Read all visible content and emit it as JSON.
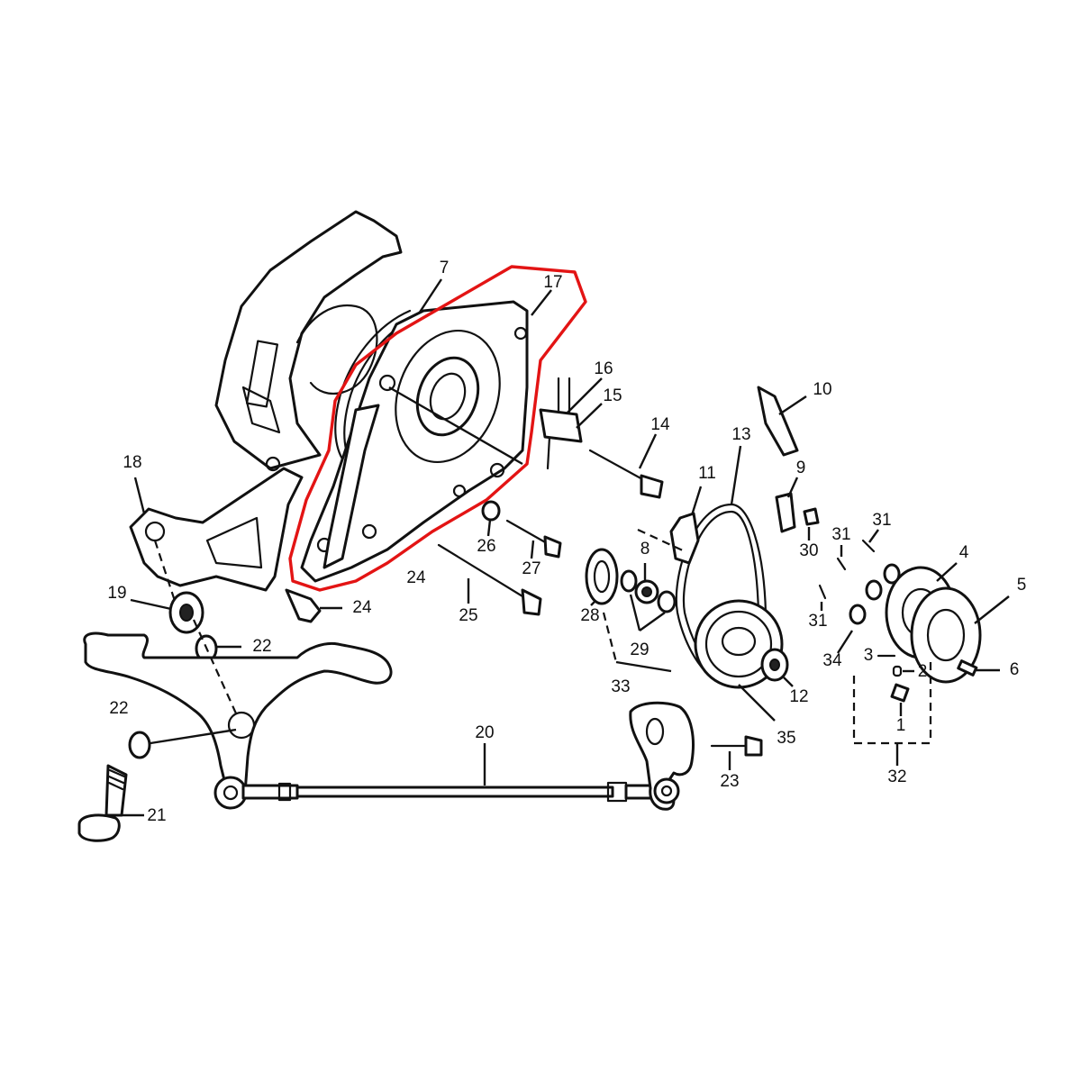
{
  "diagram": {
    "callouts": [
      "7",
      "17",
      "16",
      "15",
      "14",
      "10",
      "13",
      "11",
      "9",
      "18",
      "31",
      "31",
      "30",
      "4",
      "5",
      "26",
      "27",
      "8",
      "19",
      "24",
      "24",
      "25",
      "28",
      "29",
      "22",
      "31",
      "34",
      "3",
      "2",
      "6",
      "33",
      "12",
      "22",
      "20",
      "1",
      "35",
      "23",
      "32",
      "21"
    ],
    "highlight_color": "#e31414",
    "ink_color": "#111111"
  }
}
